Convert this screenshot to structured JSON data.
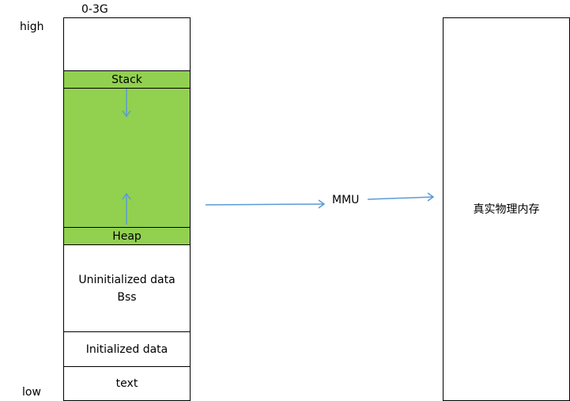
{
  "memory_layout": {
    "range_label": "0-3G",
    "high_label": "high",
    "low_label": "low",
    "segments": {
      "stack": "Stack",
      "heap": "Heap",
      "uninitialized_line1": "Uninitialized data",
      "uninitialized_line2": "Bss",
      "initialized": "Initialized data",
      "text": "text"
    }
  },
  "mmu_label": "MMU",
  "physical_memory_label": "真实物理内存",
  "colors": {
    "segment_fill": "#92d050",
    "arrow": "#5b9bd5",
    "border": "#000000"
  }
}
